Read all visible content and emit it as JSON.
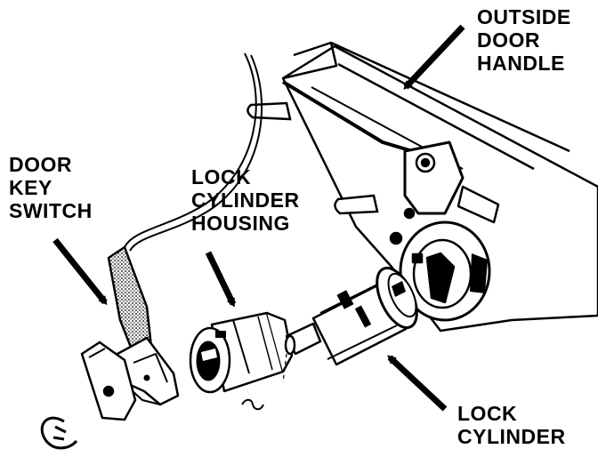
{
  "labels": {
    "outside_door_handle": [
      "OUTSIDE",
      "DOOR",
      "HANDLE"
    ],
    "door_key_switch": [
      "DOOR",
      "KEY",
      "SWITCH"
    ],
    "lock_cylinder_housing": [
      "LOCK",
      "CYLINDER",
      "HOUSING"
    ],
    "lock_cylinder": [
      "LOCK",
      "CYLINDER"
    ]
  },
  "colors": {
    "ink": "#000000",
    "paper": "#ffffff",
    "shade": "#c8c8c8"
  }
}
